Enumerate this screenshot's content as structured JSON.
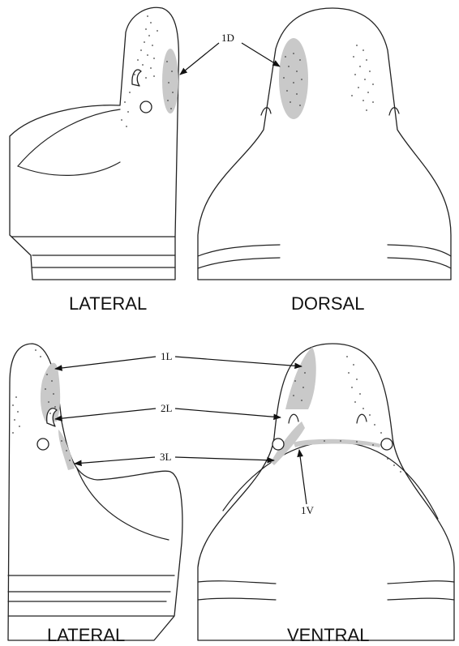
{
  "panels": {
    "top_left_title": "LATERAL",
    "top_right_title": "DORSAL",
    "bottom_left_title": "LATERAL",
    "bottom_right_title": "VENTRAL"
  },
  "labels": {
    "d1": "1D",
    "l1": "1L",
    "l2": "2L",
    "l3": "3L",
    "v1": "1V"
  }
}
